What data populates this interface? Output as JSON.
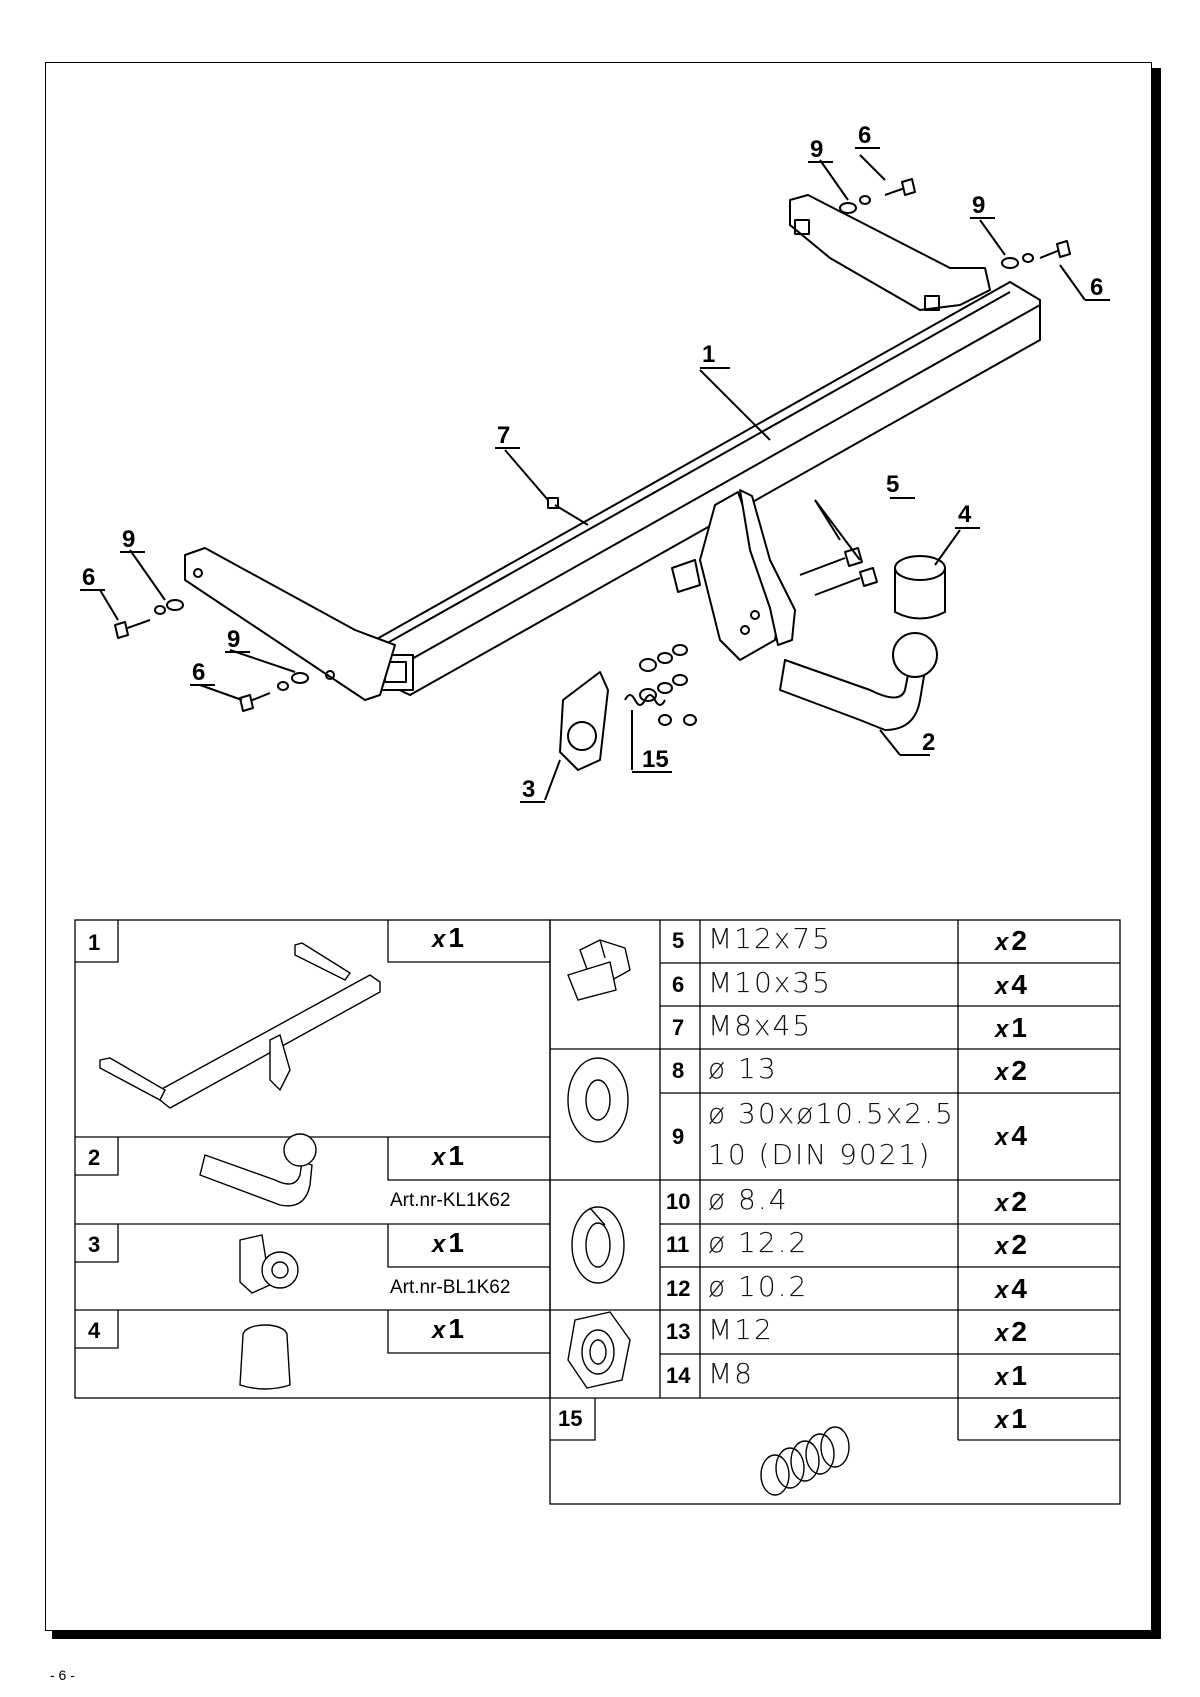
{
  "page_number": "- 6 -",
  "callouts": {
    "c1": "1",
    "c2": "2",
    "c3": "3",
    "c4": "4",
    "c5": "5",
    "c6a": "6",
    "c6b": "6",
    "c6c": "6",
    "c6d": "6",
    "c7": "7",
    "c9a": "9",
    "c9b": "9",
    "c9c": "9",
    "c9d": "9",
    "c15": "15"
  },
  "left_table": {
    "rows": [
      {
        "num": "1",
        "qty_prefix": "x",
        "qty": "1",
        "art": ""
      },
      {
        "num": "2",
        "qty_prefix": "x",
        "qty": "1",
        "art": "Art.nr-KL1K62"
      },
      {
        "num": "3",
        "qty_prefix": "x",
        "qty": "1",
        "art": "Art.nr-BL1K62"
      },
      {
        "num": "4",
        "qty_prefix": "x",
        "qty": "1",
        "art": ""
      }
    ]
  },
  "right_table": {
    "rows": [
      {
        "num": "5",
        "spec": "M12x75",
        "qty_prefix": "x",
        "qty": "2"
      },
      {
        "num": "6",
        "spec": "M10x35",
        "qty_prefix": "x",
        "qty": "4"
      },
      {
        "num": "7",
        "spec": "M8x45",
        "qty_prefix": "x",
        "qty": "1"
      },
      {
        "num": "8",
        "spec": "ø 13",
        "qty_prefix": "x",
        "qty": "2"
      },
      {
        "num": "9",
        "spec": "ø 30xø10.5x2.5",
        "spec2": "10  (DIN 9021)",
        "qty_prefix": "x",
        "qty": "4"
      },
      {
        "num": "10",
        "spec": "ø 8.4",
        "qty_prefix": "x",
        "qty": "2"
      },
      {
        "num": "11",
        "spec": "ø 12.2",
        "qty_prefix": "x",
        "qty": "2"
      },
      {
        "num": "12",
        "spec": "ø 10.2",
        "qty_prefix": "x",
        "qty": "4"
      },
      {
        "num": "13",
        "spec": "M12",
        "qty_prefix": "x",
        "qty": "2"
      },
      {
        "num": "14",
        "spec": "M8",
        "qty_prefix": "x",
        "qty": "1"
      },
      {
        "num": "15",
        "spec": "",
        "qty_prefix": "x",
        "qty": "1"
      }
    ]
  }
}
